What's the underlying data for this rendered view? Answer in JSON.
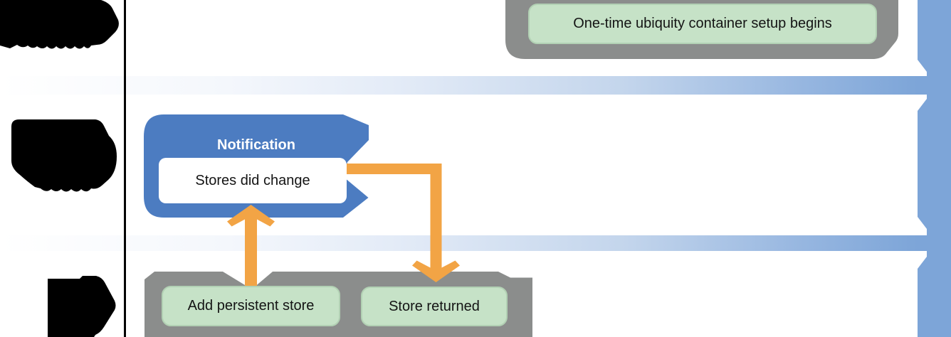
{
  "diagram": {
    "type": "flow-sequence",
    "redacted_lane_labels": [
      "",
      "",
      ""
    ],
    "setup_callout": {
      "label": "One-time ubiquity container setup begins"
    },
    "notification_callout": {
      "title": "Notification",
      "message": "Stores did change"
    },
    "store_callout": {
      "items": [
        {
          "label": "Add persistent store"
        },
        {
          "label": "Store returned"
        }
      ]
    },
    "arrows": [
      {
        "from": "Add persistent store",
        "to": "Stores did change",
        "direction": "up"
      },
      {
        "from": "Stores did change",
        "to": "Store returned",
        "direction": "right-then-down"
      }
    ]
  },
  "colors": {
    "notification_blue": "#4C7CC1",
    "timeline_blue": "#7DA5D8",
    "container_gray": "#8B8D8C",
    "callout_green": "#C6E2C7",
    "callout_green_border": "#B2D1B4",
    "arrow_orange": "#F2A445",
    "redaction_black": "#000000"
  }
}
